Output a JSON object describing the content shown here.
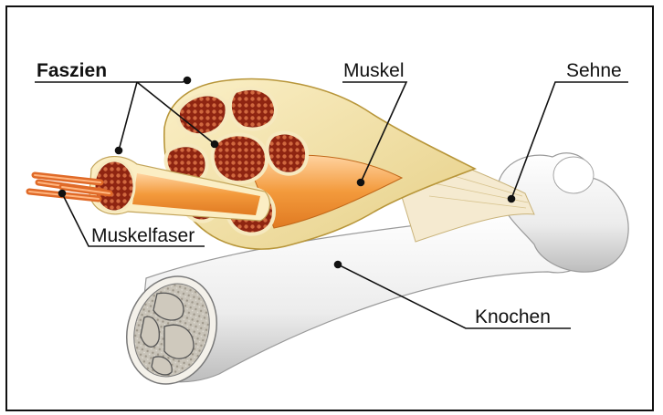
{
  "labels": {
    "faszien": "Faszien",
    "muskel": "Muskel",
    "sehne": "Sehne",
    "muskelfaser": "Muskelfaser",
    "knochen": "Knochen"
  },
  "colors": {
    "fascia": "#f0e2b0",
    "fascia_edge": "#c9a94a",
    "fiber_bundle": "#9a2a14",
    "fiber_dots": "#d8734a",
    "muscle_orange": "#f39a3c",
    "bone": "#efefef",
    "bone_shadow": "#c9c9c9",
    "leader": "#111111"
  }
}
